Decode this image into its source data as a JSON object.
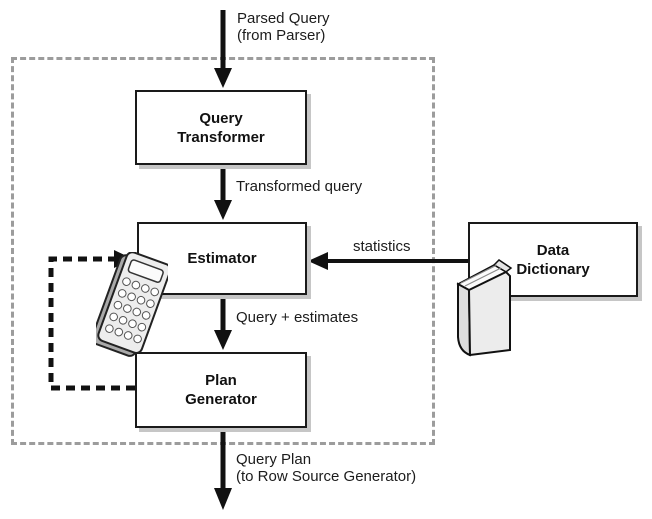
{
  "diagram": {
    "type": "flowchart",
    "subject": "Query optimizer components",
    "nodes": {
      "query_transformer": {
        "label_lines": [
          "Query",
          "Transformer"
        ]
      },
      "estimator": {
        "label_lines": [
          "Estimator"
        ]
      },
      "plan_generator": {
        "label_lines": [
          "Plan",
          "Generator"
        ]
      },
      "data_dictionary": {
        "label_lines": [
          "Data",
          "Dictionary"
        ]
      }
    },
    "edge_labels": {
      "parsed_query_line1": "Parsed Query",
      "parsed_query_line2": "(from Parser)",
      "transformed_query": "Transformed query",
      "statistics": "statistics",
      "query_estimates": "Query + estimates",
      "query_plan_line1": "Query Plan",
      "query_plan_line2": "(to Row Source Generator)"
    },
    "icons": {
      "calculator": "calculator-icon",
      "book": "book-icon"
    },
    "colors": {
      "background": "#ffffff",
      "box_border": "#1a1a1a",
      "box_shadow": "#c6c6c6",
      "dashed_boundary": "#9c9c9c",
      "arrow": "#111111",
      "icon_fill": "#ececec"
    }
  }
}
